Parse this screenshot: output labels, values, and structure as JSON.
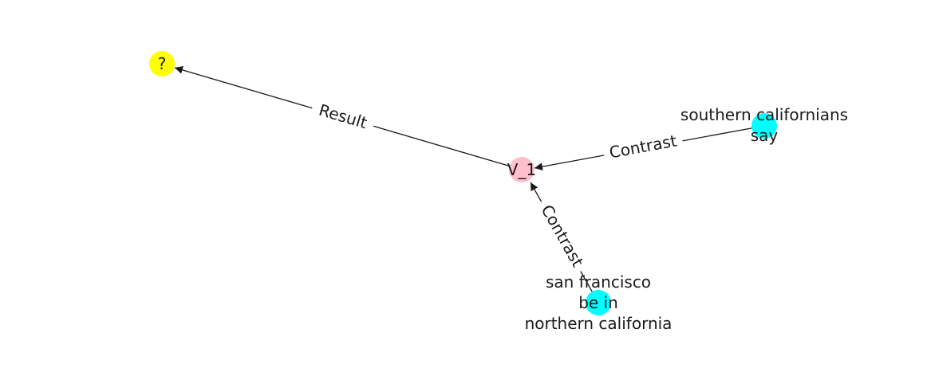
{
  "diagram": {
    "nodes": [
      {
        "id": "q",
        "label_lines": [
          "?"
        ],
        "color": "#ffff00"
      },
      {
        "id": "v1",
        "label_lines": [
          "V_1"
        ],
        "color": "#ffc0cb"
      },
      {
        "id": "sc",
        "label_lines": [
          "southern californians",
          "say"
        ],
        "color": "#00ffff"
      },
      {
        "id": "sf",
        "label_lines": [
          "san francisco",
          "be in",
          "northern california"
        ],
        "color": "#00ffff"
      }
    ],
    "edges": [
      {
        "from": "v1",
        "to": "q",
        "label": "Result"
      },
      {
        "from": "sc",
        "to": "v1",
        "label": "Contrast"
      },
      {
        "from": "sf",
        "to": "v1",
        "label": "Contrast"
      }
    ]
  }
}
